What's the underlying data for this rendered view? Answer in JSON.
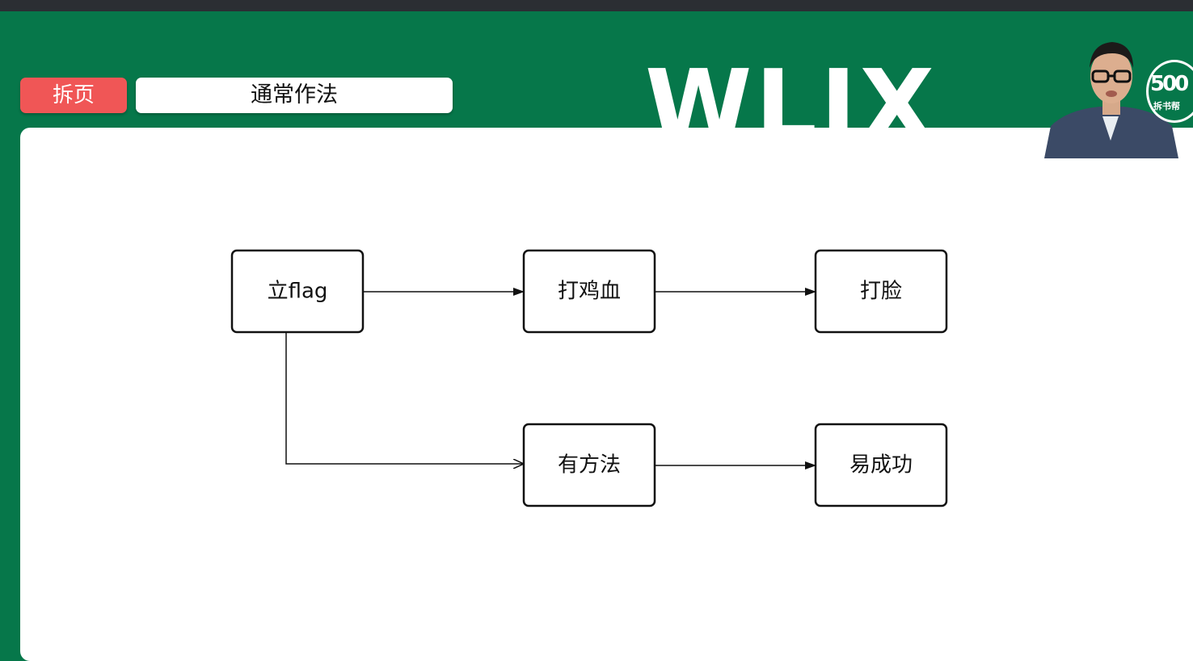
{
  "slide": {
    "tag": "拆页",
    "title": "通常作法",
    "watermark": "WLIX"
  },
  "logo": {
    "number": "500",
    "text": "拆书帮"
  },
  "diagram": {
    "nodes": {
      "flag": "立flag",
      "motivate": "打鸡血",
      "slap": "打脸",
      "method": "有方法",
      "success": "易成功"
    }
  },
  "colors": {
    "background": "#06774a",
    "tag": "#f05656",
    "topbar": "#2b2e33"
  }
}
